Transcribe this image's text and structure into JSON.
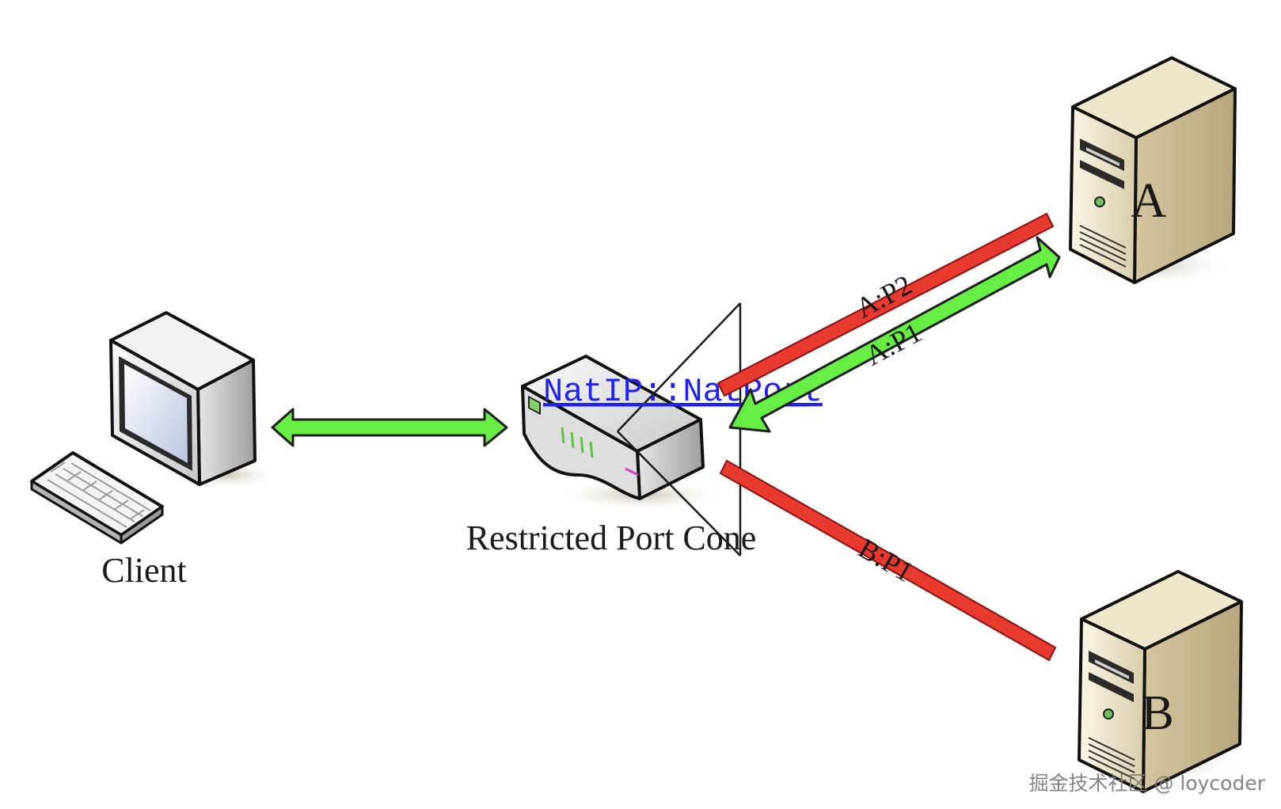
{
  "nodes": {
    "client": {
      "label": "Client"
    },
    "nat": {
      "label": "Restricted Port Cone",
      "mapping": "NatIP::NatPort"
    },
    "server_a": {
      "label": "A"
    },
    "server_b": {
      "label": "B"
    }
  },
  "connections": {
    "a_p2": {
      "label": "A:P2",
      "color": "#e83a2e"
    },
    "a_p1": {
      "label": "A:P1",
      "color": "#66ee44"
    },
    "b_p1": {
      "label": "B:P1",
      "color": "#e83a2e"
    },
    "client_nat": {
      "color": "#66ee44"
    }
  },
  "mapping_link_color": "#2222ee",
  "watermark": "掘金技术社区 @ loycoder"
}
